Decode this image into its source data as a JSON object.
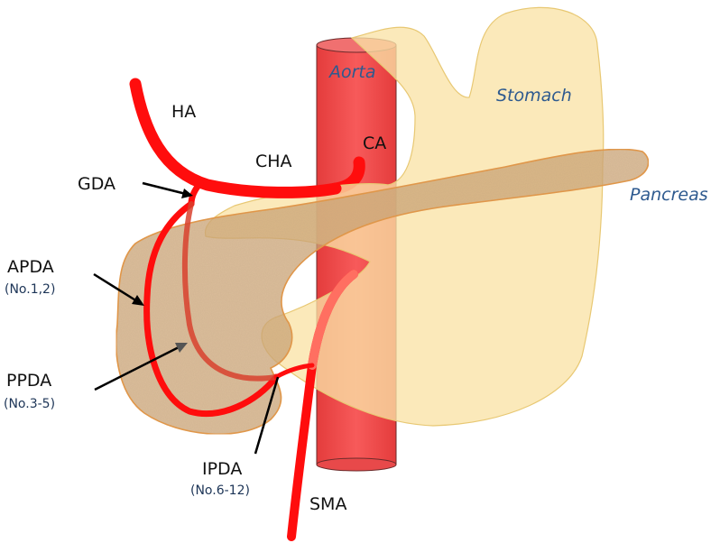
{
  "organs": {
    "stomach": "Stomach",
    "pancreas": "Pancreas",
    "aorta": "Aorta"
  },
  "vessels": {
    "ha": "HA",
    "cha": "CHA",
    "ca": "CA",
    "gda": "GDA",
    "sma": "SMA"
  },
  "pdas": {
    "apda": {
      "name": "APDA",
      "sub": "(No.1,2)"
    },
    "ppda": {
      "name": "PPDA",
      "sub": "(No.3-5)"
    },
    "ipda": {
      "name": "IPDA",
      "sub": "(No.6-12)"
    }
  },
  "colors": {
    "artery": "#ff0d0d",
    "aorta": "#f24d4d",
    "stomach": "#fae3a6",
    "pancreas": "#d8b57e",
    "organ_label": "#2e5a8f"
  }
}
